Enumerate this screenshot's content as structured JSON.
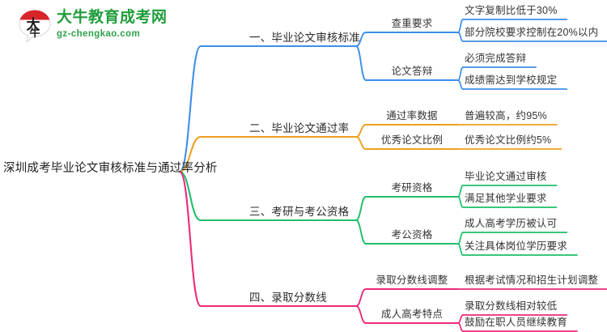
{
  "logo": {
    "mark_text": "大牛",
    "title": "大牛教育成考网",
    "url": "gz-chengkao.com",
    "brand_color": "#1f9d3c",
    "mark_accent": "#d8252a"
  },
  "mindmap": {
    "root": {
      "label": "深圳成考毕业论文审核标准与通过率分析"
    },
    "branches": [
      {
        "label": "一、毕业论文审核标准",
        "color": "#3d8fe8",
        "children": [
          {
            "label": "查重要求",
            "leaves": [
              "文字复制比低于30%",
              "部分院校要求控制在20%以内"
            ]
          },
          {
            "label": "论文答辩",
            "leaves": [
              "必须完成答辩",
              "成绩需达到学校规定"
            ]
          }
        ]
      },
      {
        "label": "二、毕业论文通过率",
        "color": "#eda020",
        "children": [
          {
            "label": "通过率数据",
            "leaves": [
              "普遍较高，约95%"
            ]
          },
          {
            "label": "优秀论文比例",
            "leaves": [
              "优秀论文比例约5%"
            ]
          }
        ]
      },
      {
        "label": "三、考研与考公资格",
        "color": "#1fbf6a",
        "children": [
          {
            "label": "考研资格",
            "leaves": [
              "毕业论文通过审核",
              "满足其他学业要求"
            ]
          },
          {
            "label": "考公资格",
            "leaves": [
              "成人高考学历被认可",
              "关注具体岗位学历要求"
            ]
          }
        ]
      },
      {
        "label": "四、录取分数线",
        "color": "#ec2a7b",
        "children": [
          {
            "label": "录取分数线调整",
            "leaves": [
              "根据考试情况和招生计划调整"
            ]
          },
          {
            "label": "成人高考特点",
            "leaves": [
              "录取分数线相对较低",
              "鼓励在职人员继续教育"
            ]
          }
        ]
      }
    ]
  }
}
